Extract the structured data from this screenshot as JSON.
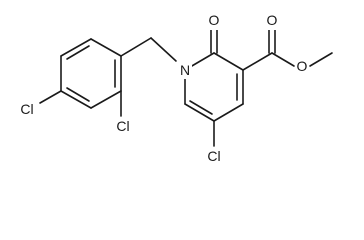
{
  "atoms": {
    "n1": "N",
    "o_ketone": "O",
    "o_ester_carbonyl": "O",
    "o_ester_ether": "O",
    "cl_ring_pyridone": "Cl",
    "cl_benzyl_ortho": "Cl",
    "cl_benzyl_para": "Cl"
  }
}
